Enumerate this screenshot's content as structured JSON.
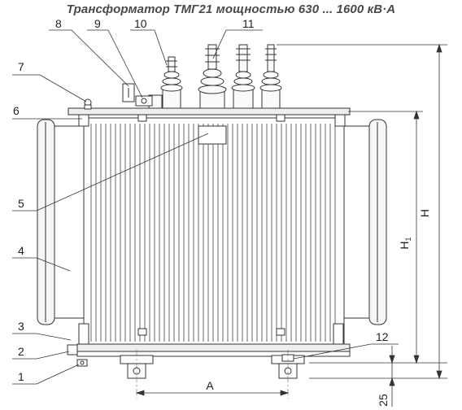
{
  "title": "Трансформатор ТМГ21 мощностью 630 ... 1600 кВ·А",
  "callouts": [
    "1",
    "2",
    "3",
    "4",
    "5",
    "6",
    "7",
    "8",
    "9",
    "10",
    "11",
    "12"
  ],
  "dimensions": {
    "H": "H",
    "H1": "H",
    "H1_sub": "1",
    "A": "A",
    "base": "25"
  },
  "colors": {
    "line": "#333333",
    "fill": "#f2f2f2",
    "title": "#4a4a4a"
  }
}
